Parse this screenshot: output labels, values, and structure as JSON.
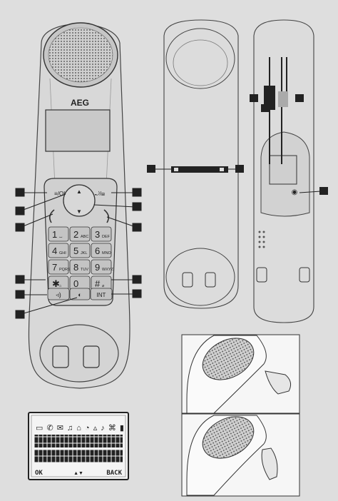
{
  "handset": {
    "brand": "AEG",
    "softkey_left": "≡/OK",
    "softkey_right": "⤾/⊞",
    "nav_up": "▲",
    "nav_down": "▼",
    "keys": [
      {
        "digit": "1",
        "letters": "⌴"
      },
      {
        "digit": "2",
        "letters": "ABC"
      },
      {
        "digit": "3",
        "letters": "DEF"
      },
      {
        "digit": "4",
        "letters": "GHI"
      },
      {
        "digit": "5",
        "letters": "JKL"
      },
      {
        "digit": "6",
        "letters": "MNO"
      },
      {
        "digit": "7",
        "letters": "PQRS"
      },
      {
        "digit": "8",
        "letters": "TUV"
      },
      {
        "digit": "9",
        "letters": "WXYZ"
      },
      {
        "digit": "✱",
        "letters": "⌂"
      },
      {
        "digit": "0",
        "letters": ""
      },
      {
        "digit": "#",
        "letters": "⌀"
      }
    ],
    "intercom_label": "INT"
  },
  "display": {
    "softkey_left": "OK",
    "softkey_middle": "▲▼",
    "softkey_right": "BACK"
  }
}
